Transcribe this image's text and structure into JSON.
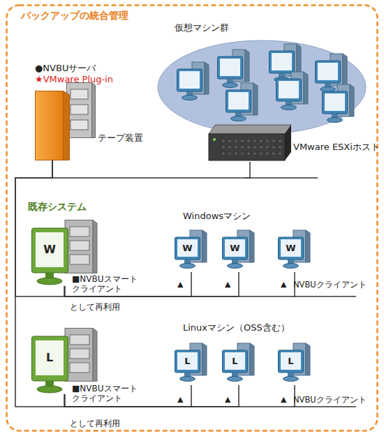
{
  "diagram": {
    "nodes": [
      {
        "text": [
          "バックアップの統合管理"
        ]
      },
      {
        "text": [
          "●NVBUサーバ",
          "★VMware Plug-in"
        ],
        "in": 0
      },
      {
        "text": [
          "テープ装置"
        ],
        "in": 0
      },
      {
        "text": [
          "仮想マシン群"
        ],
        "in": 0
      },
      {
        "text": [
          "VMware ESXiホスト"
        ],
        "in": 0
      },
      {
        "text": [
          "W"
        ],
        "in": 0
      },
      {
        "text": [
          "W"
        ],
        "in": 0
      },
      {
        "text": [
          "W"
        ],
        "in": 0
      },
      {
        "text": [
          "W"
        ],
        "in": 0
      },
      {
        "text": [
          "L"
        ],
        "in": 0
      },
      {
        "text": [
          "L"
        ],
        "in": 0
      },
      {
        "text": [
          "L"
        ],
        "in": 0
      },
      {
        "text": [
          "L"
        ],
        "in": 0
      }
    ],
    "edges": [
      {
        "from": 1,
        "to": 4,
        "arrow": "none"
      },
      {
        "from": 1,
        "to": 5,
        "arrow": "none"
      },
      {
        "from": 5,
        "to": 6,
        "arrow": "none"
      },
      {
        "from": 5,
        "to": 7,
        "arrow": "none"
      },
      {
        "from": 5,
        "to": 8,
        "arrow": "none"
      },
      {
        "from": 1,
        "to": 9,
        "arrow": "none"
      },
      {
        "from": 9,
        "to": 10,
        "arrow": "none"
      },
      {
        "from": 9,
        "to": 11,
        "arrow": "none"
      },
      {
        "from": 9,
        "to": 12,
        "arrow": "none"
      }
    ],
    "labels": [
      "既存システム",
      "Windowsマシン",
      "■NVBUスマート クライアント",
      "として再利用",
      "▲",
      "▲",
      "▲",
      "NVBUクライアント",
      "Linuxマシン（OSS含む）",
      "■NVBUスマート クライアント",
      "として再利用",
      "▲",
      "▲",
      "▲",
      "NVBUクライアント"
    ]
  }
}
